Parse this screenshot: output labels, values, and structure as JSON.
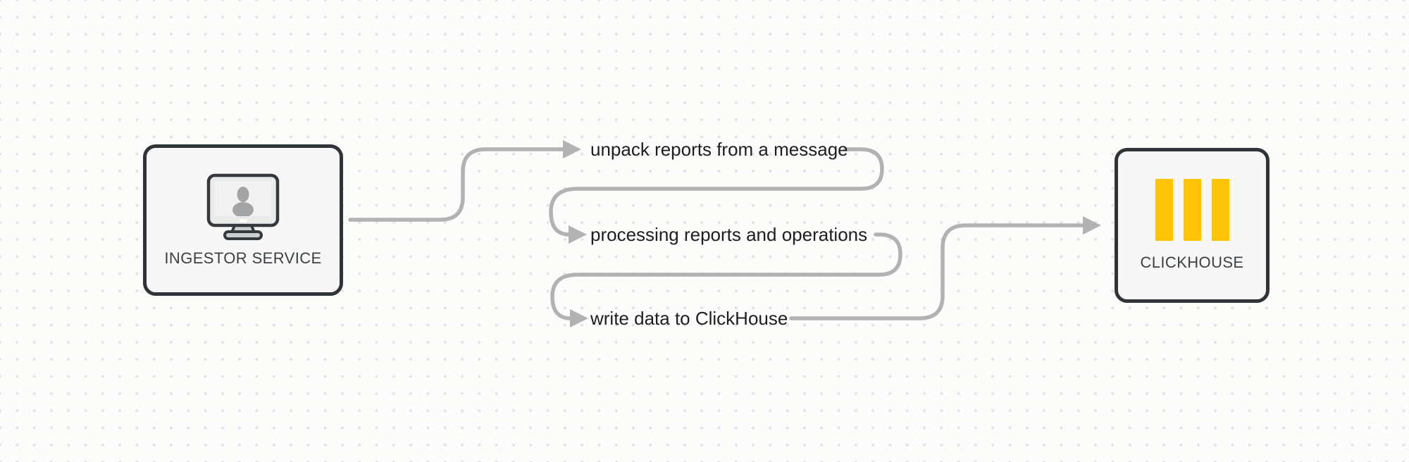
{
  "diagram": {
    "nodes": [
      {
        "id": "ingestor",
        "label": "INGESTOR SERVICE",
        "icon": "monitor-user-icon"
      },
      {
        "id": "clickhouse",
        "label": "CLICKHOUSE",
        "icon": "clickhouse-logo-icon"
      }
    ],
    "steps": [
      {
        "index": 1,
        "label": "unpack reports from a message"
      },
      {
        "index": 2,
        "label": "processing reports and operations"
      },
      {
        "index": 3,
        "label": "write data to ClickHouse"
      }
    ],
    "flow": "INGESTOR SERVICE -> unpack reports from a message -> processing reports and operations -> write data to ClickHouse -> CLICKHOUSE"
  },
  "colors": {
    "connector": "#b2b2b2",
    "node-border": "#2f3438",
    "node-bg": "#f6f7f6",
    "node-label": "#3b4045",
    "step-text": "#1e1e1e",
    "clickhouse-yellow": "#fdc408",
    "icon-dark": "#35393e",
    "icon-light": "#e9eaea",
    "icon-screen": "#f2f2f2",
    "icon-person": "#a3a4a5",
    "icon-stand": "#cbcdce",
    "dot-grid": "#e1e1e1"
  }
}
